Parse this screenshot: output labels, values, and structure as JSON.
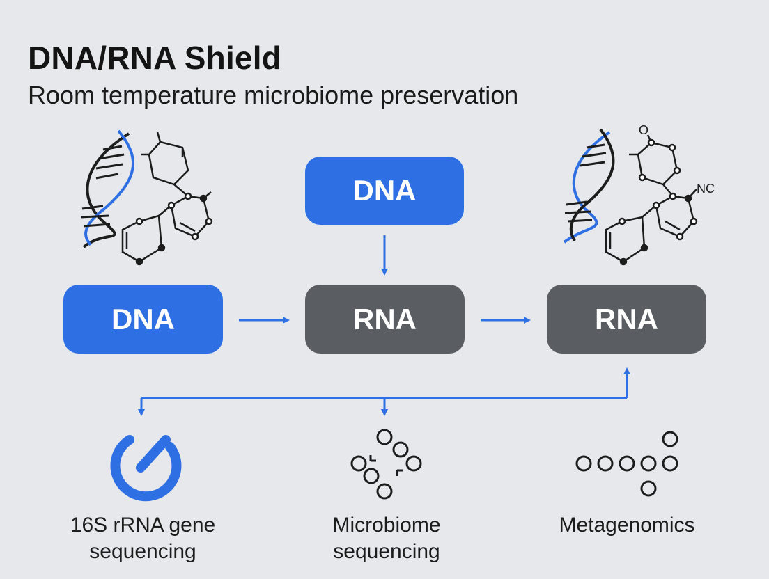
{
  "header": {
    "title": "DNA/RNA Shield",
    "subtitle": "Room temperature microbiome preservation"
  },
  "nodes": {
    "top": "DNA",
    "left": "DNA",
    "middle": "RNA",
    "right": "RNA"
  },
  "molecules": {
    "right_o_label": "O",
    "right_nc_label": "NC"
  },
  "applications": [
    {
      "icon": "gauge-icon",
      "line1": "16S rRNA gene",
      "line2": "sequencing"
    },
    {
      "icon": "circle-cluster-icon",
      "line1": "Microbiome",
      "line2": "sequencing"
    },
    {
      "icon": "circle-row-icon",
      "line1": "Metagenomics",
      "line2": ""
    }
  ],
  "colors": {
    "accent_blue": "#2f6fe4",
    "node_gray": "#5a5e63",
    "background": "#e6e8eb"
  }
}
